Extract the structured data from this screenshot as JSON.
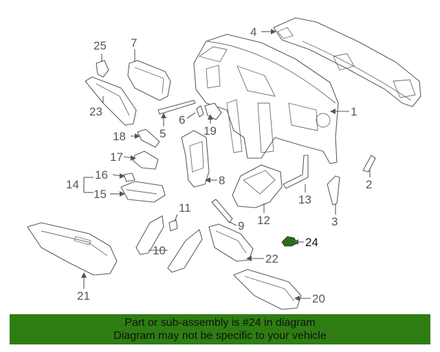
{
  "callouts": {
    "c1": "1",
    "c2": "2",
    "c3": "3",
    "c4": "4",
    "c5": "5",
    "c6": "6",
    "c7": "7",
    "c8": "8",
    "c9": "9",
    "c10": "10",
    "c11": "11",
    "c12": "12",
    "c13": "13",
    "c14": "14",
    "c15": "15",
    "c16": "16",
    "c17": "17",
    "c18": "18",
    "c19": "19",
    "c20": "20",
    "c21": "21",
    "c22": "22",
    "c23": "23",
    "c24": "24",
    "c25": "25"
  },
  "highlight_part": "24",
  "colors": {
    "banner": "#2e7d12",
    "highlight": "#2d6b1f",
    "line": "#555555"
  },
  "banner": {
    "line1": "Part or sub-assembly is #24 in diagram",
    "line2": "Diagram may not be specific to your vehicle"
  }
}
